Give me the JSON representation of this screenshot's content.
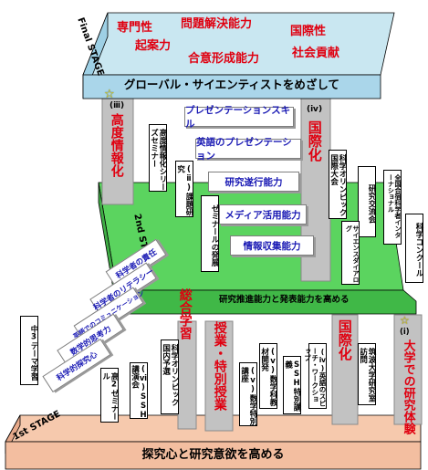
{
  "colors": {
    "final_top": "#c9e7f1",
    "final_front": "#9ed0e5",
    "stage2": "#5bd45f",
    "stage1": "#f6c9ad",
    "pillar": "#c2c2c2",
    "red": "#e00010",
    "navy": "#1a1ab4"
  },
  "final_stage": {
    "label": "Final STAGE",
    "goals": [
      "専門性",
      "問題解決能力",
      "国際性",
      "起案力",
      "合意形成能力",
      "社会貢献"
    ],
    "banner": "グローバル・サイエンティストをめざして"
  },
  "stage2": {
    "label": "2nd STAGE",
    "banner": "研究推進能力と発表能力を高める",
    "skills": [
      "プレゼンテーションスキル",
      "英語のプレゼンテーション",
      "研究遂行能力",
      "メディア活用能力",
      "情報収集能力"
    ],
    "pillar_iii": {
      "num": "(ⅲ)",
      "text": "高度情報化",
      "star": "☆"
    },
    "pillar_iv": {
      "num": "(ⅳ)",
      "text": "国際化"
    },
    "boards": [
      "高度情報化シリーズセミナー",
      "(ⅱ)課題研究",
      "ゼミナールの発展",
      "科学オリンピック国際大会",
      "研究交流会",
      "サイエンスダイアログ",
      "全国合宿科学者インターナショナル",
      "科学コンクール"
    ]
  },
  "stage1": {
    "label": "1st STAGE",
    "banner": "探究心と研究意欲を高める",
    "stairs": [
      "科学者の責任",
      "科学者のリテラシー",
      "英語でのコミュニケーション",
      "数学的思考力",
      "科学的探究心"
    ],
    "left_board": "中3テーマ学習",
    "pillar_sogo": "総合学習",
    "pillar_jugyo": "授業・特別授業",
    "pillar_kokusai": "国際化",
    "pillar_i": {
      "star": "☆",
      "num": "(ⅰ)",
      "text": "大学での研究体験"
    },
    "boards": [
      "高2ゼミナール",
      "(ⅵ)SSH講演会",
      "科学オリンピック国内予選",
      "(ⅴ)数学特別講座",
      "(ⅴ)数学科教材開発",
      "SSH特別講義",
      "(ⅳ)英語のスピーチ・ワークショップ",
      "筑波大学研究室訪問"
    ]
  }
}
